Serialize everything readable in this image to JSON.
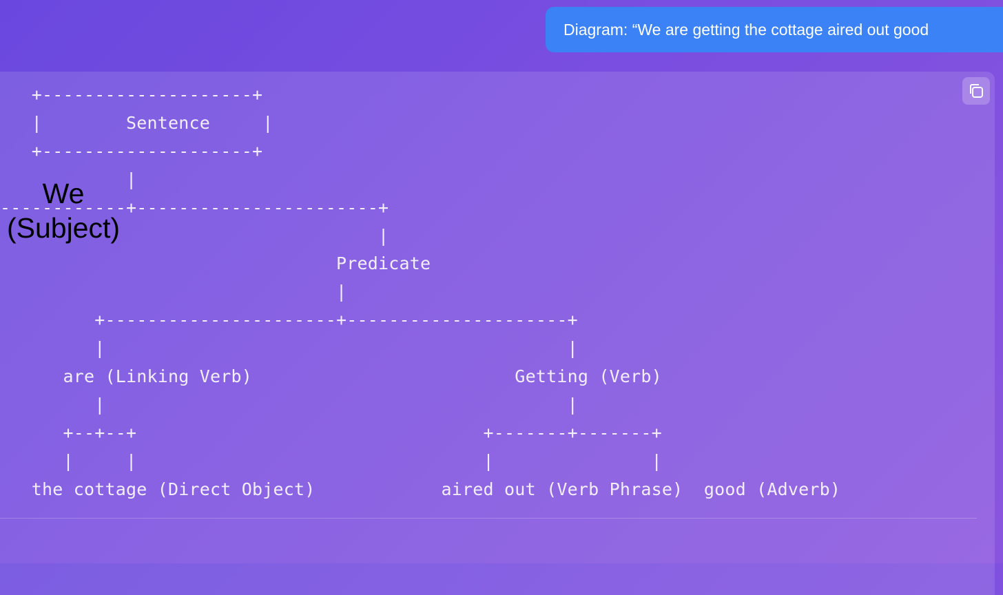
{
  "chat": {
    "user_message": "Diagram: “We are getting the cottage aired out good"
  },
  "code_block": {
    "lines": [
      "   +--------------------+",
      "   |        Sentence     |",
      "   +--------------------+",
      "            |",
      "------------+-----------------------+",
      "                                    |",
      "                                Predicate",
      "                                |",
      "         +----------------------+---------------------+",
      "         |                                            |",
      "      are (Linking Verb)                         Getting (Verb)",
      "         |                                            |",
      "      +--+--+                                 +-------+-------+",
      "      |     |                                 |               |",
      "   the cottage (Direct Object)            aired out (Verb Phrase)  good (Adverb)"
    ],
    "overlay_word": "We",
    "overlay_role": "(Subject)",
    "copy_icon": "copy-icon"
  }
}
